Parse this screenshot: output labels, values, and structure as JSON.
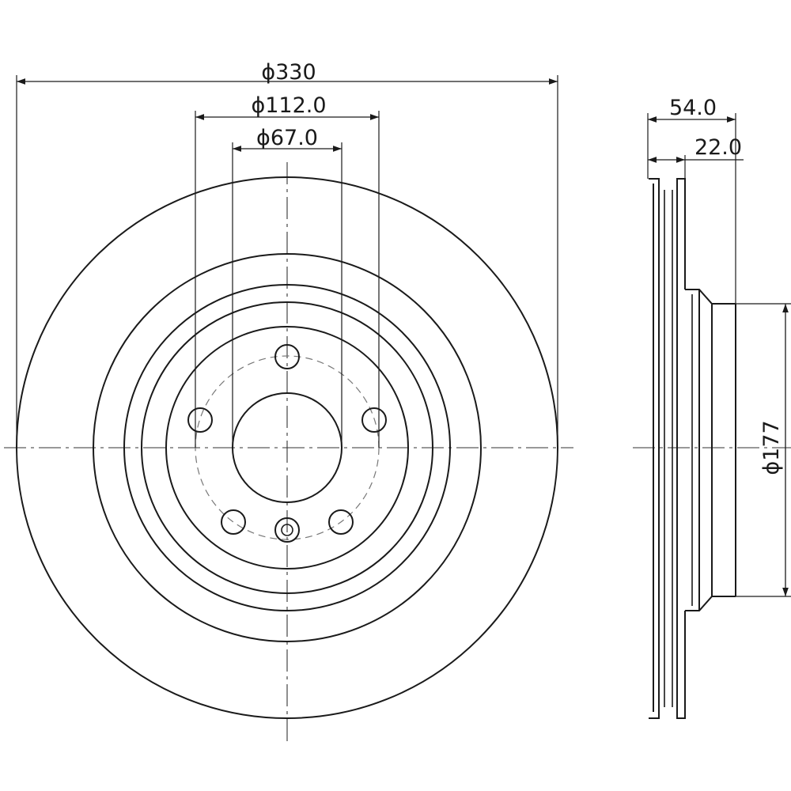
{
  "drawing": {
    "front_view": {
      "outer_diameter_label": "ϕ330",
      "bolt_circle_label": "ϕ112.0",
      "center_bore_label": "ϕ67.0"
    },
    "side_view": {
      "overall_height_label": "54.0",
      "disc_thickness_label": "22.0",
      "hat_diameter_label": "ϕ177"
    }
  }
}
